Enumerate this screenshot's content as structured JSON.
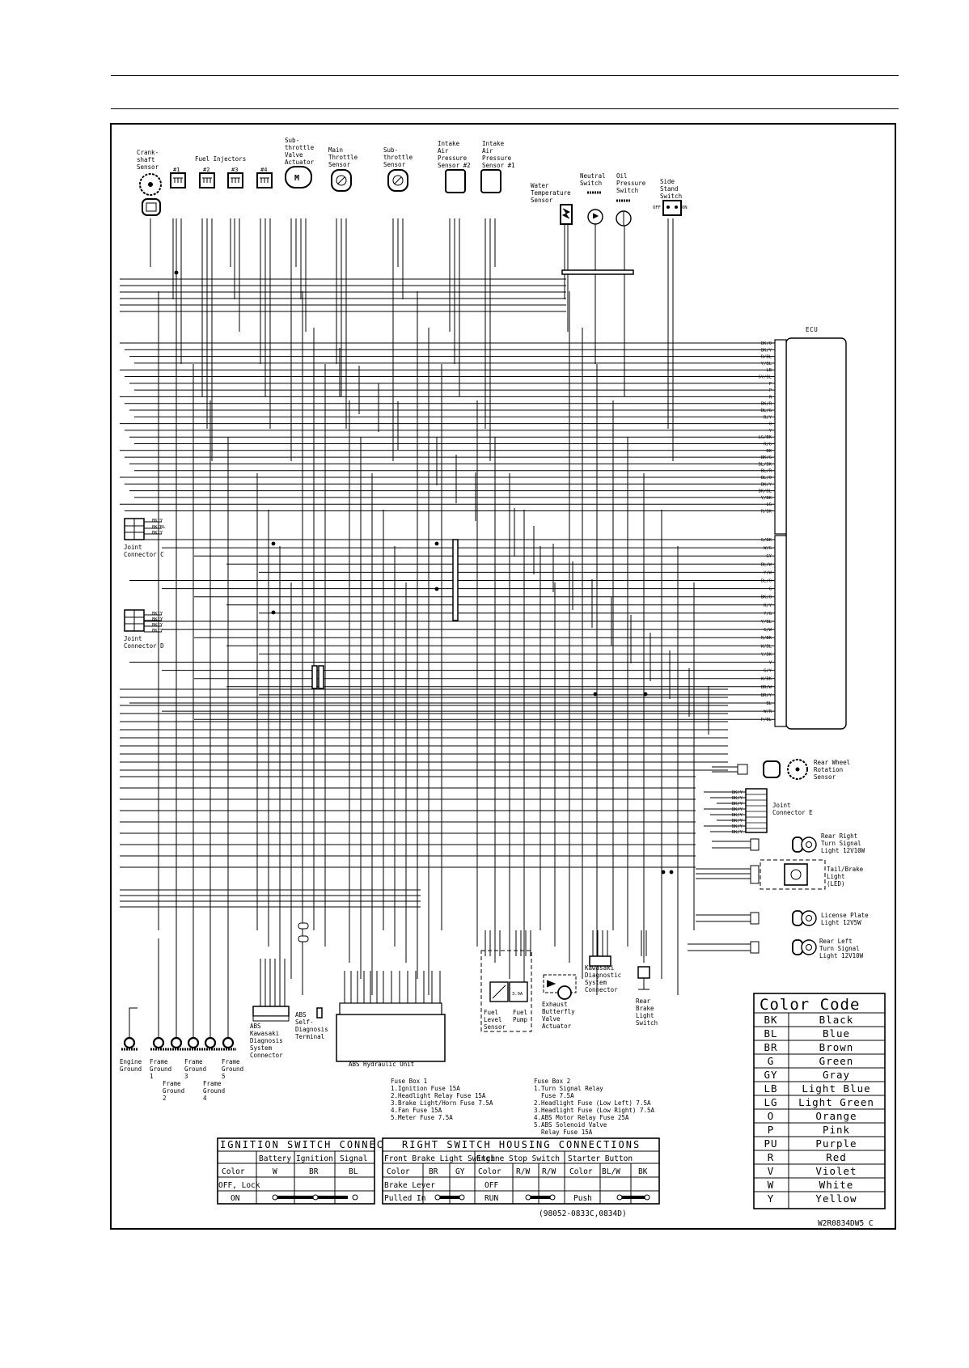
{
  "ecu": {
    "title": "ECU"
  },
  "components": {
    "crankshaft": [
      "Crank-",
      "shaft",
      "Sensor"
    ],
    "fuel_injectors": "Fuel Injectors",
    "injector_nums": [
      "#1",
      "#2",
      "#3",
      "#4"
    ],
    "subthrottle_actuator": [
      "Sub-",
      "throttle",
      "Valve",
      "Actuator"
    ],
    "actuator_m": "M",
    "main_throttle": [
      "Main",
      "Throttle",
      "Sensor"
    ],
    "subthrottle_sensor": [
      "Sub-",
      "throttle",
      "Sensor"
    ],
    "iap2": [
      "Intake",
      "Air",
      "Pressure",
      "Sensor #2"
    ],
    "iap1": [
      "Intake",
      "Air",
      "Pressure",
      "Sensor #1"
    ],
    "water_temp": [
      "Water",
      "Temperature",
      "Sensor"
    ],
    "neutral": [
      "Neutral",
      "Switch"
    ],
    "oil": [
      "Oil",
      "Pressure",
      "Switch"
    ],
    "side_stand": [
      "Side",
      "Stand",
      "Switch"
    ],
    "side_stand_off": "OFF",
    "side_stand_on": "ON",
    "joint_c": [
      "Joint",
      "Connector C"
    ],
    "joint_d": [
      "Joint",
      "Connector D"
    ],
    "joint_e": [
      "Joint",
      "Connector E"
    ],
    "rear_wheel": [
      "Rear Wheel",
      "Rotation",
      "Sensor"
    ],
    "rear_right_turn": [
      "Rear Right",
      "Turn Signal",
      "Light 12V10W"
    ],
    "tail_brake": [
      "Tail/Brake",
      "Light",
      "(LED)"
    ],
    "license_plate": [
      "License Plate",
      "Light 12V5W"
    ],
    "rear_left_turn": [
      "Rear Left",
      "Turn Signal",
      "Light 12V10W"
    ],
    "rear_brake": [
      "Rear",
      "Brake",
      "Light",
      "Switch"
    ],
    "kawasaki_diag": [
      "Kawasaki",
      "Diagnostic",
      "System",
      "Connector"
    ],
    "exhaust": [
      "Exhaust",
      "Butterfly",
      "Valve",
      "Actuator"
    ],
    "fuel_level": [
      "Fuel",
      "Level",
      "Sensor"
    ],
    "fuel_pump": [
      "Fuel",
      "Pump"
    ],
    "fuel_pump_fuse": "3.9A",
    "abs_hydraulic": "ABS Hydraulic Unit",
    "abs_self": [
      "ABS",
      "Self-",
      "Diagnosis",
      "Terminal"
    ],
    "abs_kawasaki": [
      "ABS",
      "Kawasaki",
      "Diagnosis",
      "System",
      "Connector"
    ],
    "engine_ground": [
      "Engine",
      "Ground"
    ],
    "frame_ground_1": [
      "Frame",
      "Ground",
      "1"
    ],
    "frame_ground_2": [
      "Frame",
      "Ground",
      "2"
    ],
    "frame_ground_3": [
      "Frame",
      "Ground",
      "3"
    ],
    "frame_ground_4": [
      "Frame",
      "Ground",
      "4"
    ],
    "frame_ground_5": [
      "Frame",
      "Ground",
      "5"
    ]
  },
  "ecu_pins_top": [
    "BK/O",
    "BK/Y",
    "R/BL",
    "Y/BL",
    "LB",
    "GY/BL",
    "P",
    "P",
    "R",
    "BK/R",
    "BL/G",
    "R/Y",
    "O",
    "Y",
    "LG/BK",
    "R/G",
    "BK",
    "BK/G",
    "BL/BK",
    "BL/R",
    "BL/O",
    "BK/Y",
    "BK/BL",
    "Y/BK",
    "LG",
    "R/BK"
  ],
  "ecu_pins_bottom": [
    "G/BK",
    "W/G",
    "GY",
    "BL/W",
    "Y/W",
    "BL/O",
    "G",
    "BK/O",
    "R/Y",
    "Y/G",
    "Y/BL",
    "G/W",
    "R/BK",
    "W/BL",
    "Y/BK",
    "V",
    "G/Y",
    "W/BK",
    "BR/W",
    "BR/Y",
    "BL",
    "W/R",
    "P/BL"
  ],
  "joint_c_pins": [
    "BK/Y",
    "BK/BL",
    "BK/Y"
  ],
  "joint_d_pins": [
    "BK/Y",
    "BK/Y",
    "BK/Y",
    "BK/Y"
  ],
  "joint_e_pins": [
    "BK/Y",
    "BK/Y",
    "BK/Y",
    "BK/Y",
    "BK/Y",
    "BK/Y",
    "BK/Y",
    "BK/Y"
  ],
  "fuse_box_1": {
    "title": "Fuse Box 1",
    "items": [
      "1.Ignition Fuse 15A",
      "2.Headlight Relay Fuse 15A",
      "3.Brake Light/Horn Fuse 7.5A",
      "4.Fan Fuse 15A",
      "5.Meter Fuse 7.5A"
    ]
  },
  "fuse_box_2": {
    "title": "Fuse Box 2",
    "items": [
      "1.Turn Signal Relay",
      "  Fuse 7.5A",
      "2.Headlight Fuse (Low Left) 7.5A",
      "3.Headlight Fuse (Low Right) 7.5A",
      "4.ABS Motor Relay Fuse 25A",
      "5.ABS Solenoid Valve",
      "  Relay Fuse 15A"
    ]
  },
  "ignition_table": {
    "title": "IGNITION SWITCH CONNECTIONS",
    "headers": [
      "",
      "Battery",
      "Ignition",
      "Signal"
    ],
    "color_row": [
      "Color",
      "W",
      "BR",
      "BL"
    ],
    "rows": [
      "OFF, Lock",
      "ON"
    ]
  },
  "right_table": {
    "title": "RIGHT SWITCH HOUSING CONNECTIONS",
    "groups": [
      "Front Brake Light Switch",
      "Engine Stop Switch",
      "Starter Button"
    ],
    "color_row": [
      "Color",
      "BR",
      "GY",
      "Color",
      "R/W",
      "R/W",
      "Color",
      "BL/W",
      "BK"
    ],
    "row1": [
      "Brake Lever",
      "OFF"
    ],
    "row2": [
      "Pulled In",
      "RUN",
      "Push"
    ]
  },
  "part_numbers": "(98052-0833C,0834D)",
  "drawing_code": "W2R0834DW5  C",
  "color_code": {
    "title": "Color Code",
    "entries": [
      {
        "code": "BK",
        "name": "Black"
      },
      {
        "code": "BL",
        "name": "Blue"
      },
      {
        "code": "BR",
        "name": "Brown"
      },
      {
        "code": "G",
        "name": "Green"
      },
      {
        "code": "GY",
        "name": "Gray"
      },
      {
        "code": "LB",
        "name": "Light Blue"
      },
      {
        "code": "LG",
        "name": "Light Green"
      },
      {
        "code": "O",
        "name": "Orange"
      },
      {
        "code": "P",
        "name": "Pink"
      },
      {
        "code": "PU",
        "name": "Purple"
      },
      {
        "code": "R",
        "name": "Red"
      },
      {
        "code": "V",
        "name": "Violet"
      },
      {
        "code": "W",
        "name": "White"
      },
      {
        "code": "Y",
        "name": "Yellow"
      }
    ]
  }
}
